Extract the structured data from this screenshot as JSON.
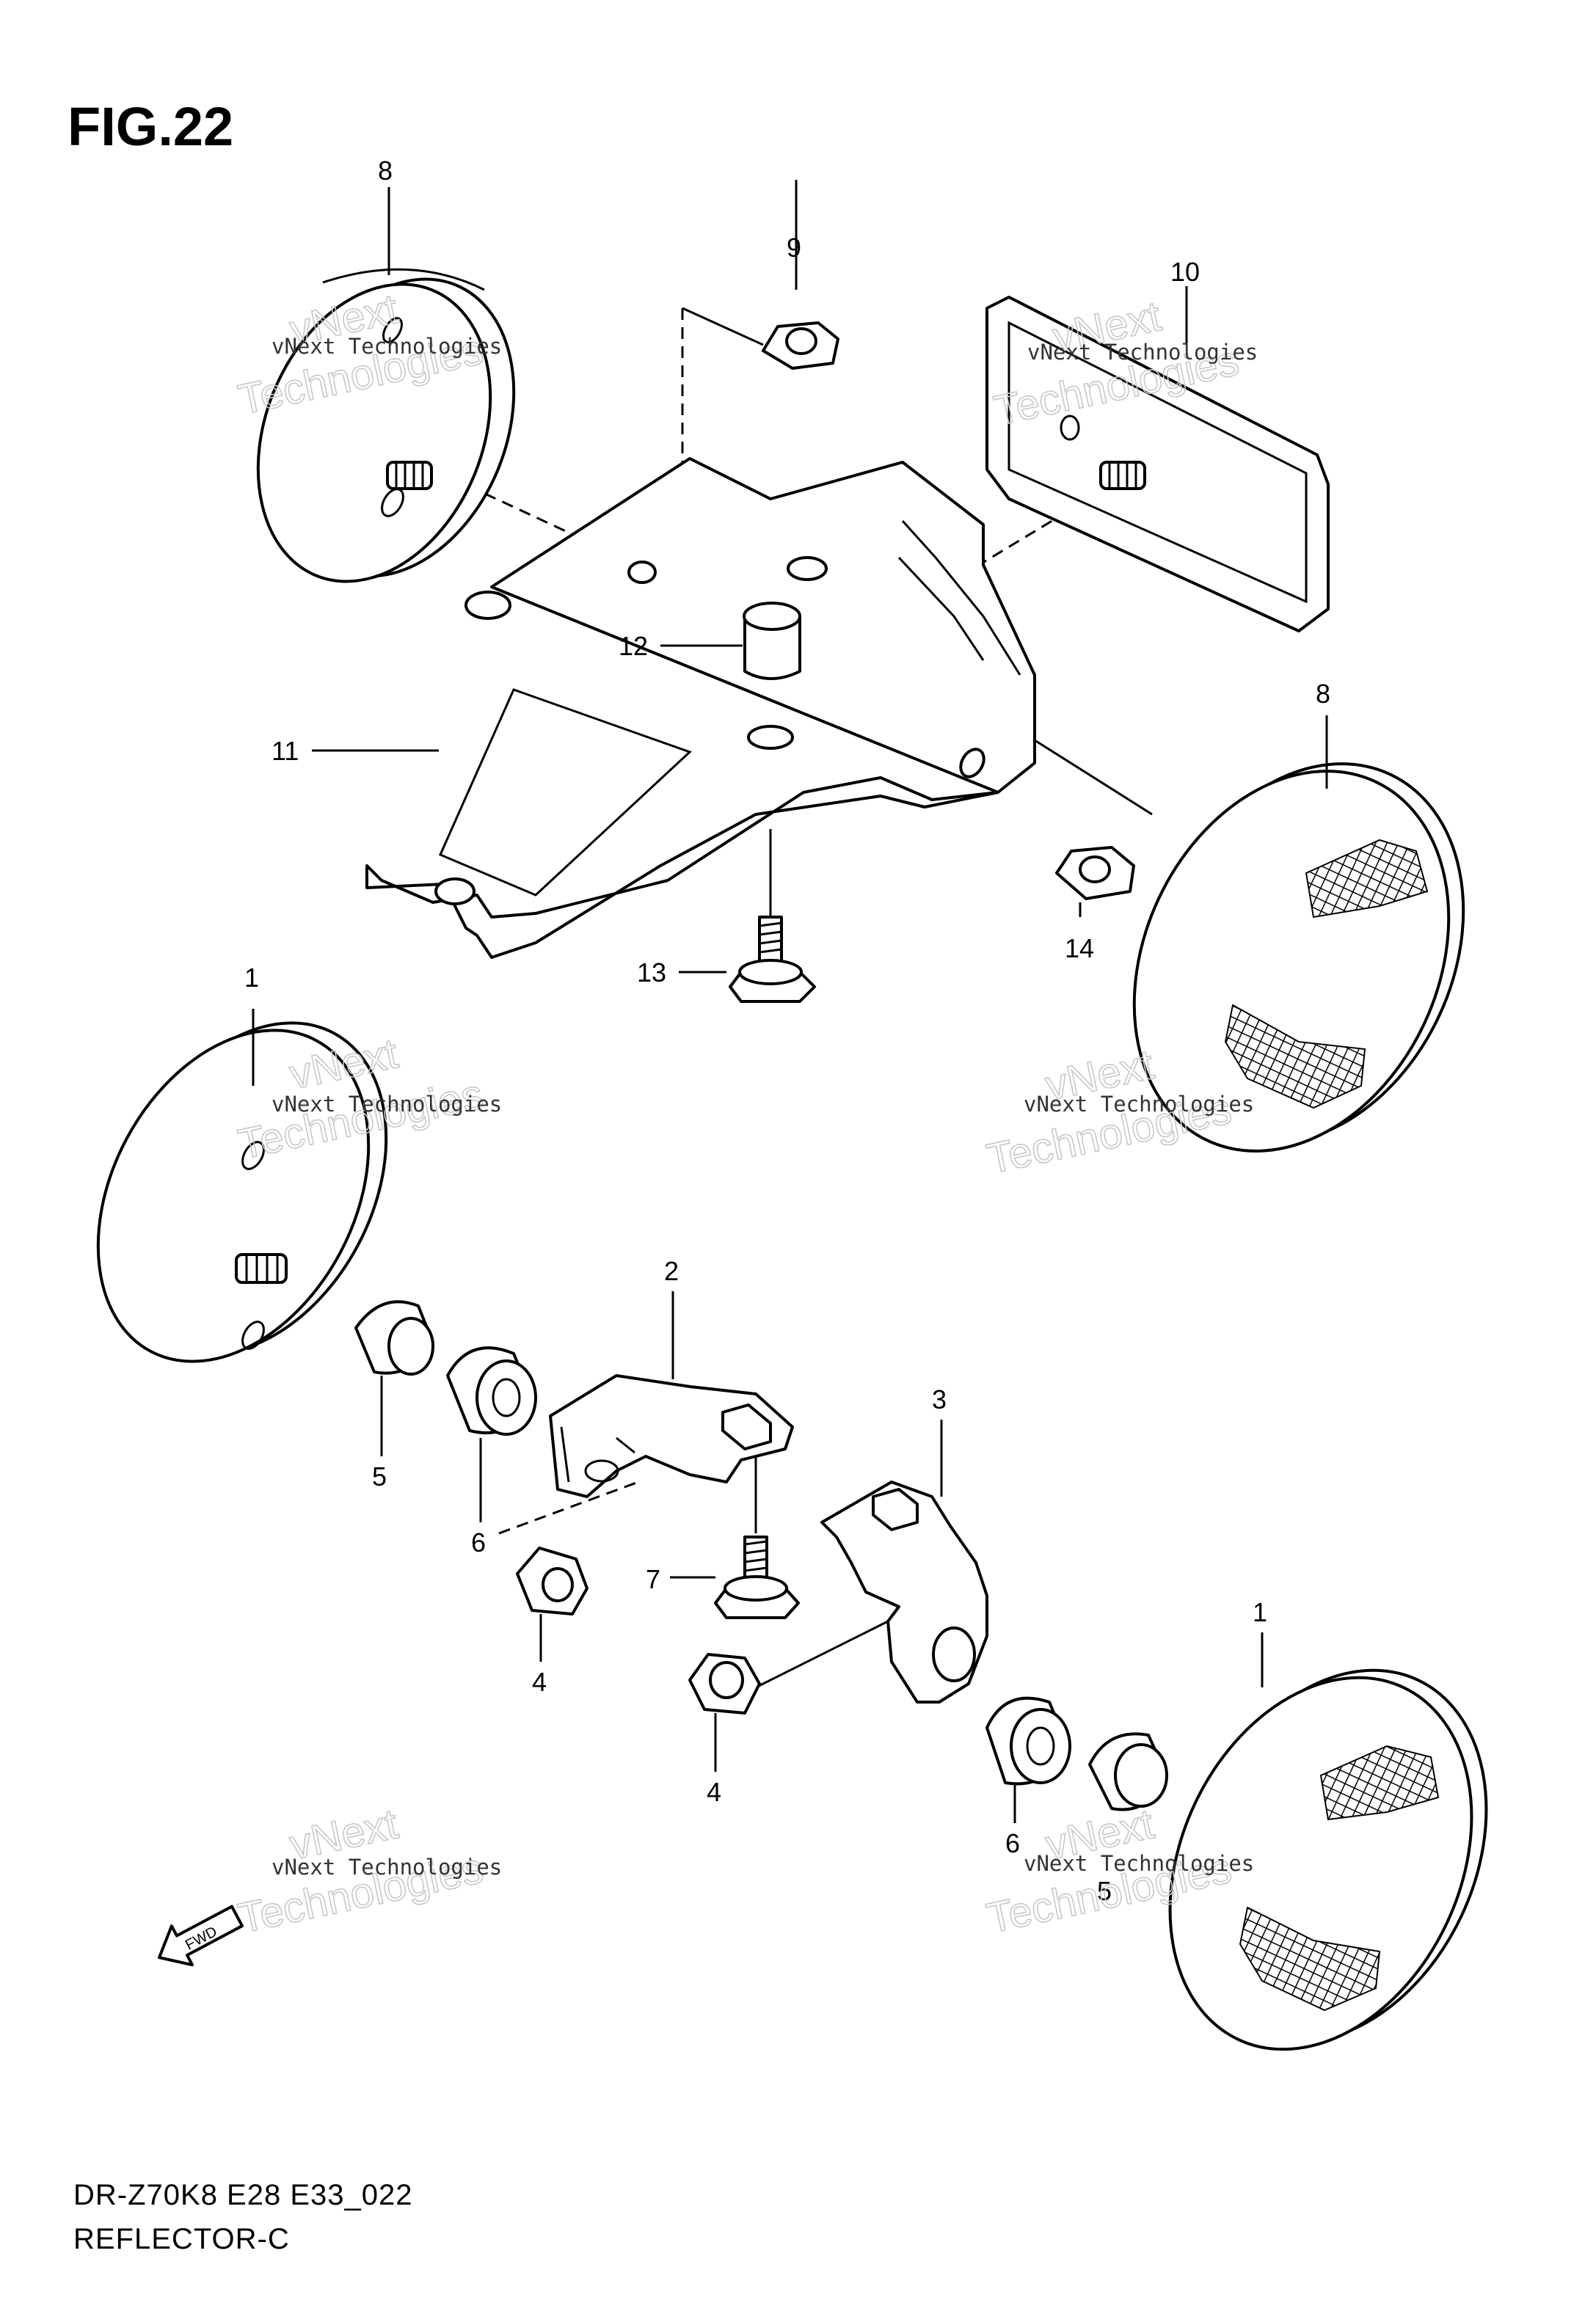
{
  "figure": {
    "title": "FIG.22"
  },
  "caption": {
    "model": "DR-Z70K8 E28 E33_022",
    "name": "REFLECTOR-C"
  },
  "callouts": {
    "c1_top": "1",
    "c1_bottom": "1",
    "c2": "2",
    "c3": "3",
    "c4_left": "4",
    "c4_mid": "4",
    "c5_left": "5",
    "c5_right": "5",
    "c6_left": "6",
    "c6_right": "6",
    "c7": "7",
    "c8_left": "8",
    "c8_right": "8",
    "c9": "9",
    "c10": "10",
    "c11": "11",
    "c12": "12",
    "c13": "13",
    "c14": "14"
  },
  "watermark": {
    "line1": "vNext Technologies",
    "line2a": "vNext",
    "line2b": "Technologies"
  },
  "fwd_label": "FWD"
}
